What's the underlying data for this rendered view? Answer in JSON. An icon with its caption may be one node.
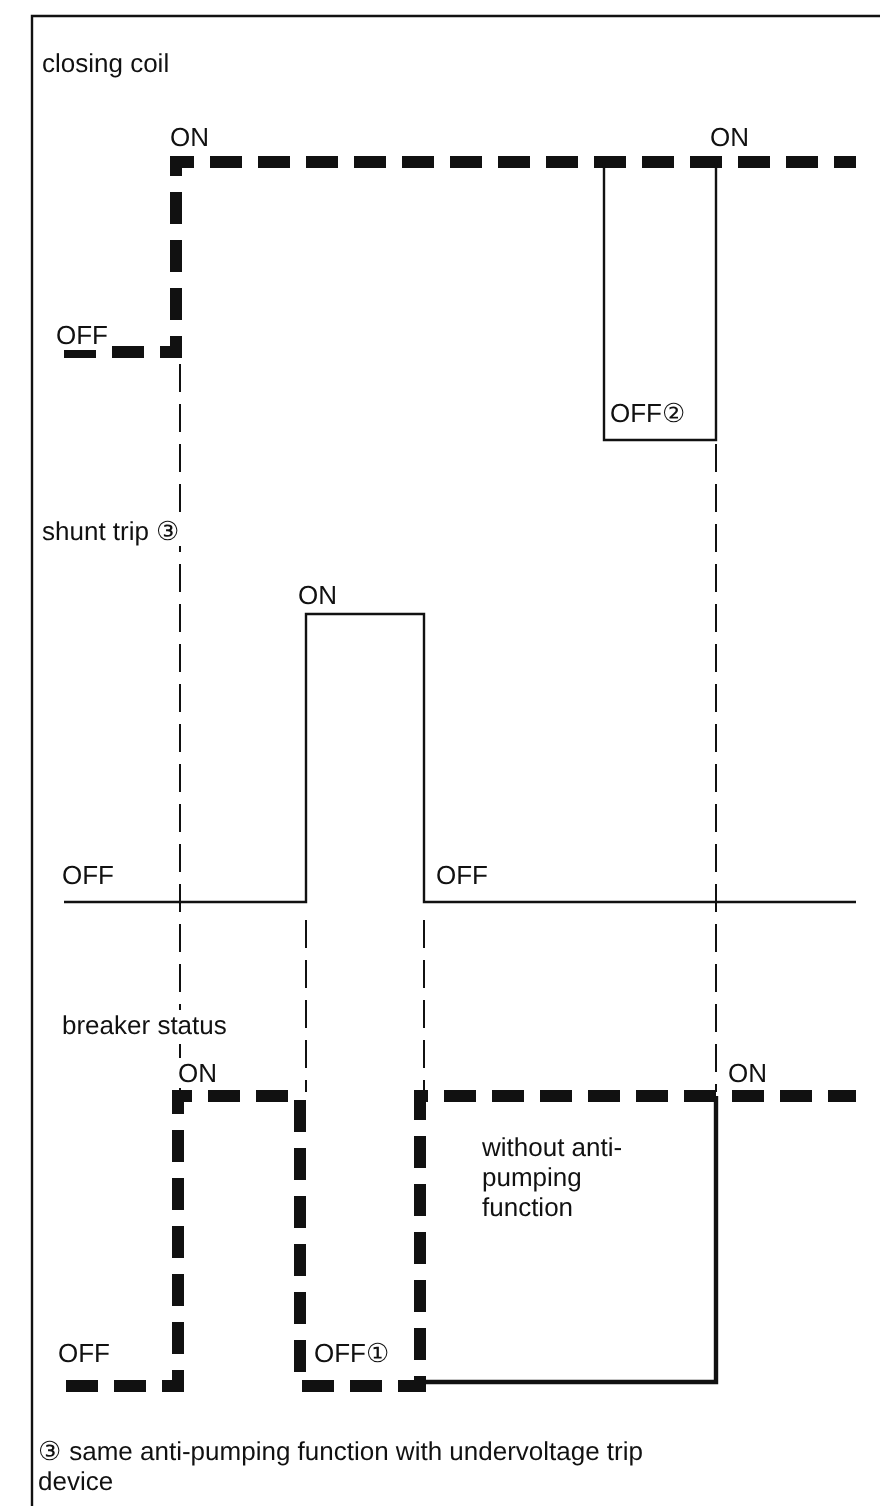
{
  "diagram": {
    "caption": "③ same anti-pumping function with undervoltage trip device",
    "labels": [
      "closing coil",
      "ON",
      "ON",
      "OFF",
      "OFF②",
      "shunt trip ③",
      "ON",
      "OFF",
      "OFF",
      "breaker status",
      "ON",
      "ON",
      "without anti-pumping function",
      "OFF",
      "OFF①"
    ]
  }
}
